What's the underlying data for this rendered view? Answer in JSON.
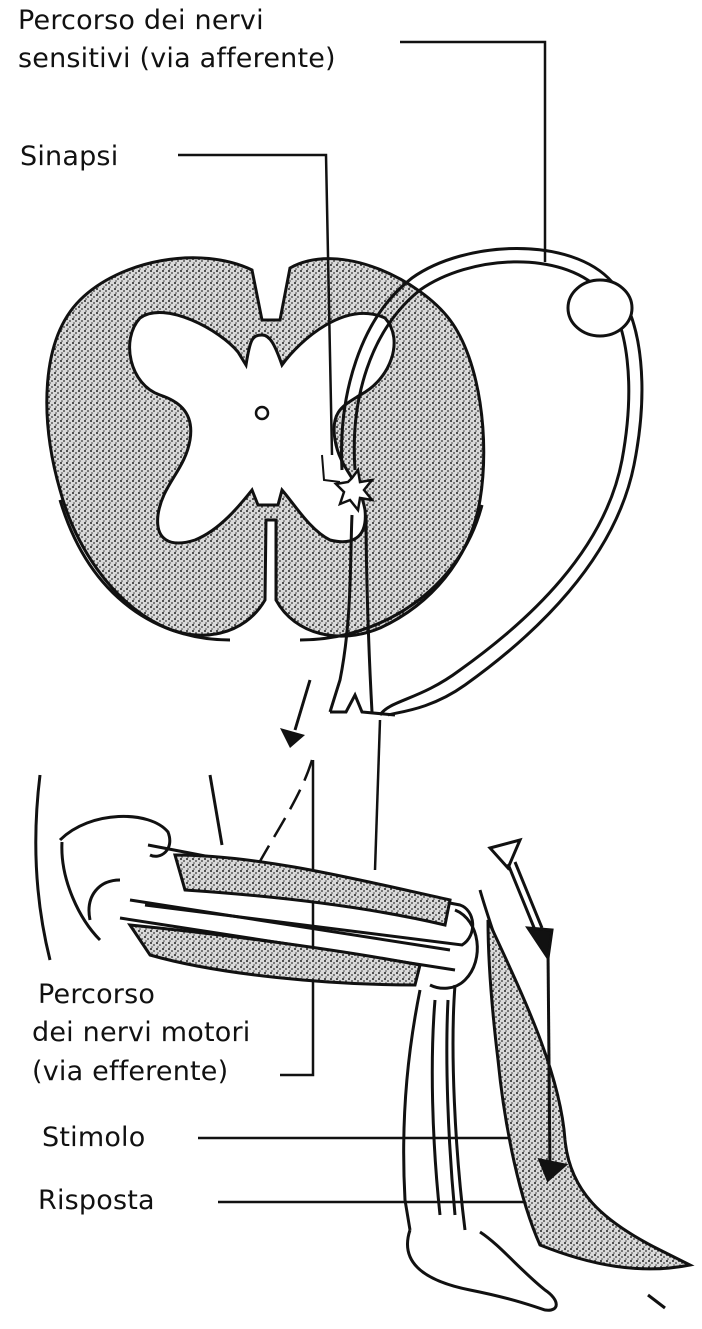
{
  "labels": {
    "afferent_line1": "Percorso dei nervi",
    "afferent_line2": "sensitivi (via afferente)",
    "synapse": "Sinapsi",
    "efferent_line1": "Percorso",
    "efferent_line2": "dei nervi motori",
    "efferent_line3": "(via efferente)",
    "stimulus": "Stimolo",
    "response": "Risposta"
  },
  "colors": {
    "ink": "#111111",
    "gray_matter": "#555555",
    "background": "#ffffff"
  }
}
